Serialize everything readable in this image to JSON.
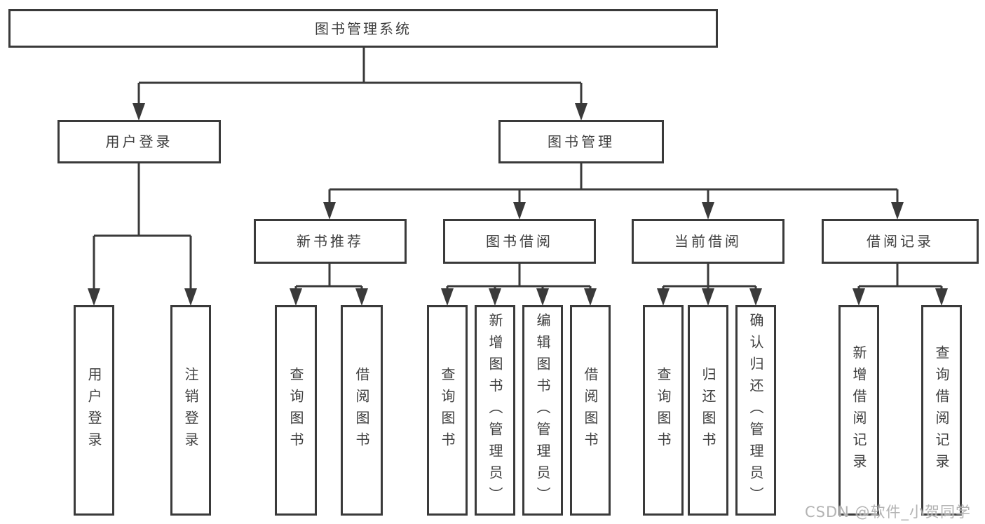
{
  "diagram": {
    "type": "hierarchy-tree",
    "root": {
      "label": "图书管理系统"
    },
    "level2": [
      {
        "label": "用户登录"
      },
      {
        "label": "图书管理"
      }
    ],
    "level3": [
      {
        "label": "新书推荐",
        "parent": "图书管理"
      },
      {
        "label": "图书借阅",
        "parent": "图书管理"
      },
      {
        "label": "当前借阅",
        "parent": "图书管理"
      },
      {
        "label": "借阅记录",
        "parent": "图书管理"
      }
    ],
    "leaves": [
      {
        "label": "用户登录",
        "parent": "用户登录"
      },
      {
        "label": "注销登录",
        "parent": "用户登录"
      },
      {
        "label": "查询图书",
        "parent": "新书推荐"
      },
      {
        "label": "借阅图书",
        "parent": "新书推荐"
      },
      {
        "label": "查询图书",
        "parent": "图书借阅"
      },
      {
        "label": "新增图书（管理员）",
        "parent": "图书借阅"
      },
      {
        "label": "编辑图书（管理员）",
        "parent": "图书借阅"
      },
      {
        "label": "借阅图书",
        "parent": "图书借阅"
      },
      {
        "label": "查询图书",
        "parent": "当前借阅"
      },
      {
        "label": "归还图书",
        "parent": "当前借阅"
      },
      {
        "label": "确认归还（管理员）",
        "parent": "当前借阅"
      },
      {
        "label": "新增借阅记录",
        "parent": "借阅记录"
      },
      {
        "label": "查询借阅记录",
        "parent": "借阅记录"
      }
    ]
  },
  "watermark": {
    "text": "CSDN @软件_小贺同学"
  },
  "colors": {
    "background": "#ffffff",
    "line": "#3a3a3a",
    "box_border": "#3a3a3a",
    "box_fill": "#ffffff",
    "text": "#3f3f3f",
    "watermark": "#a8a8a8"
  }
}
